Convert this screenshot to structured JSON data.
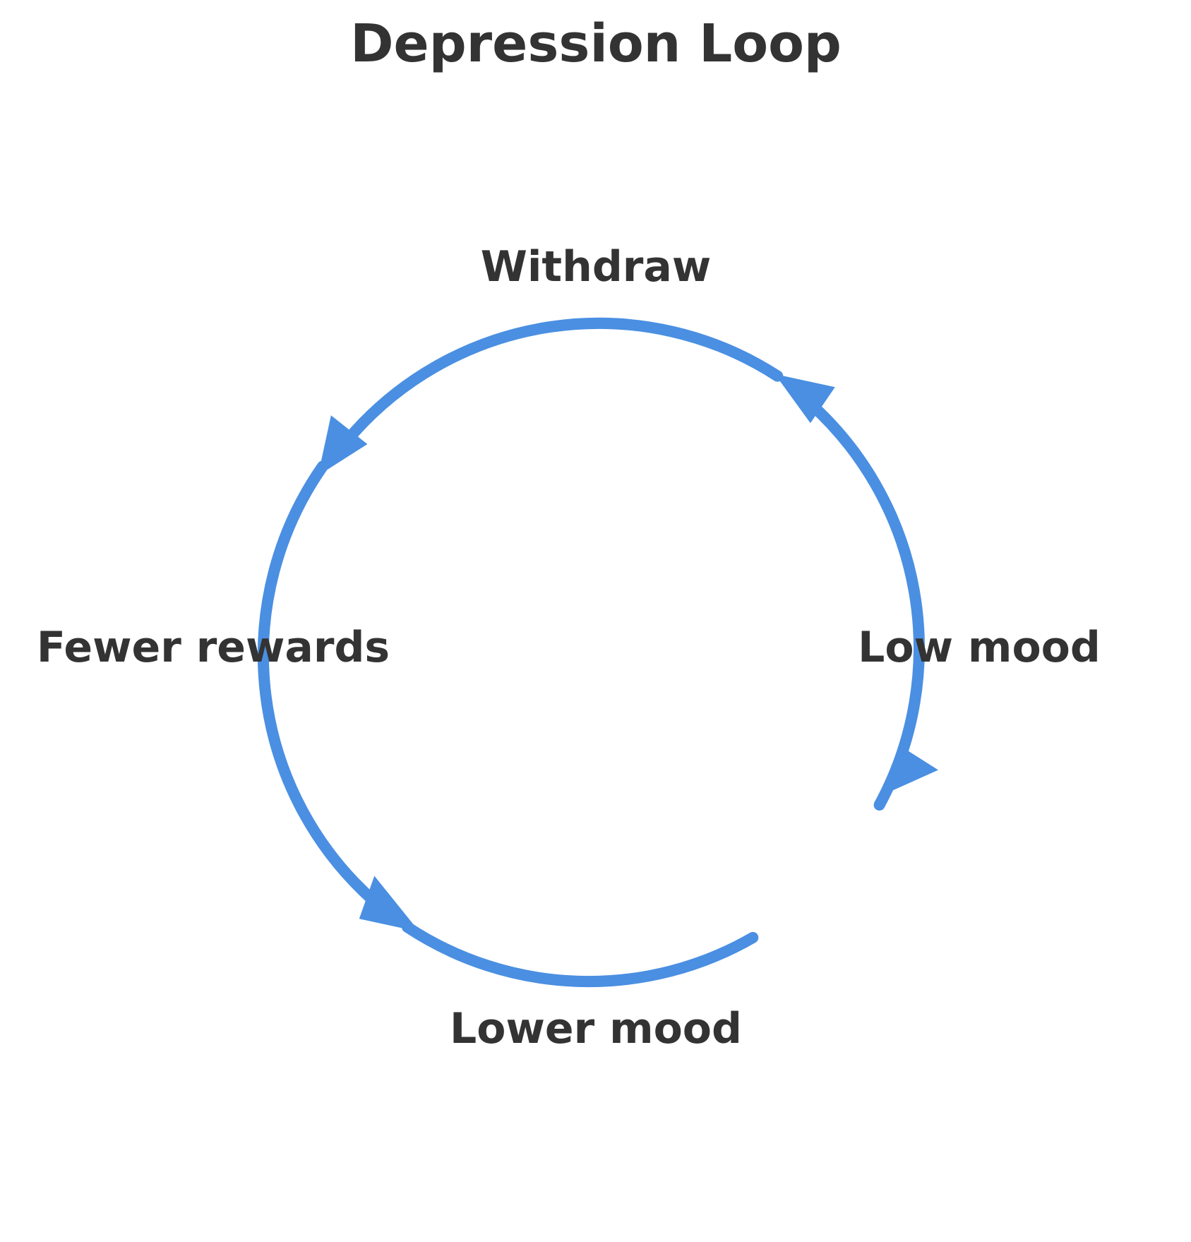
{
  "title": "Depression Loop",
  "colors": {
    "text": "#333333",
    "arrow": "#4a8fe2",
    "background": "#ffffff"
  },
  "nodes": [
    {
      "id": "withdraw",
      "label": "Withdraw"
    },
    {
      "id": "fewer-rewards",
      "label": "Fewer rewards"
    },
    {
      "id": "lower-mood",
      "label": "Lower mood"
    },
    {
      "id": "low-mood",
      "label": "Low mood"
    }
  ],
  "edges": [
    {
      "from": "Low mood",
      "to": "Withdraw"
    },
    {
      "from": "Withdraw",
      "to": "Fewer rewards"
    },
    {
      "from": "Fewer rewards",
      "to": "Lower mood"
    },
    {
      "from": "Lower mood",
      "to": "Low mood"
    }
  ]
}
